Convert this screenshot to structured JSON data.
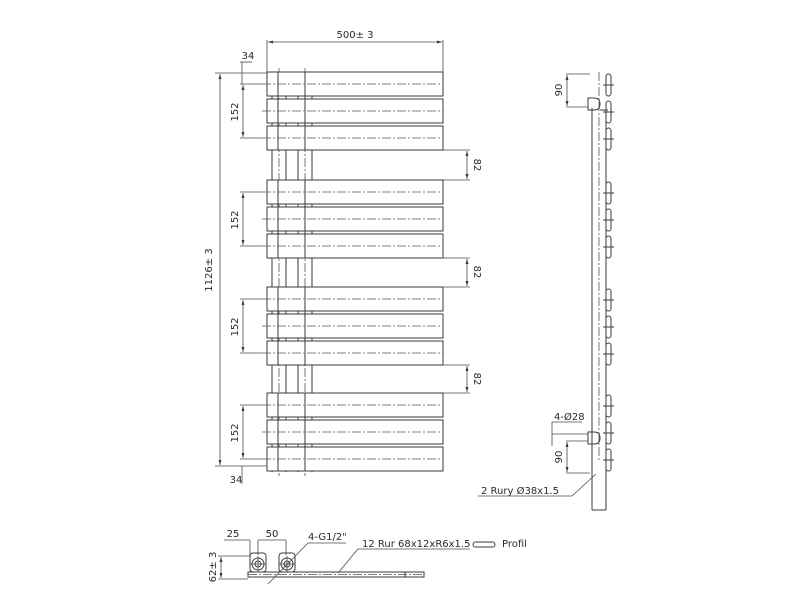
{
  "drawing": {
    "front_view": {
      "width_dim": "500± 3",
      "height_dim": "1126± 3",
      "top_offset_dim": "34",
      "bottom_offset_dim": "34",
      "group_pitch_dims": [
        "152",
        "152",
        "152",
        "152"
      ],
      "gap_dims": [
        "82",
        "82",
        "82"
      ],
      "bar_count_per_group": 3,
      "group_count": 4
    },
    "side_view": {
      "top_offset_dim": "90",
      "bottom_offset_dim": "90",
      "mount_hole_label": "4-Ø28",
      "rail_label": "2 Rury Ø38x1.5"
    },
    "bottom_view": {
      "dim_left": "25",
      "dim_spacing": "50",
      "dim_height": "62± 3",
      "connection_label": "4-G1/2\"",
      "bar_label": "12 Rur 68x12xR6x1.5",
      "profile_label": "Profil"
    },
    "colors": {
      "line": "#3a3a3a",
      "background": "#ffffff"
    }
  }
}
